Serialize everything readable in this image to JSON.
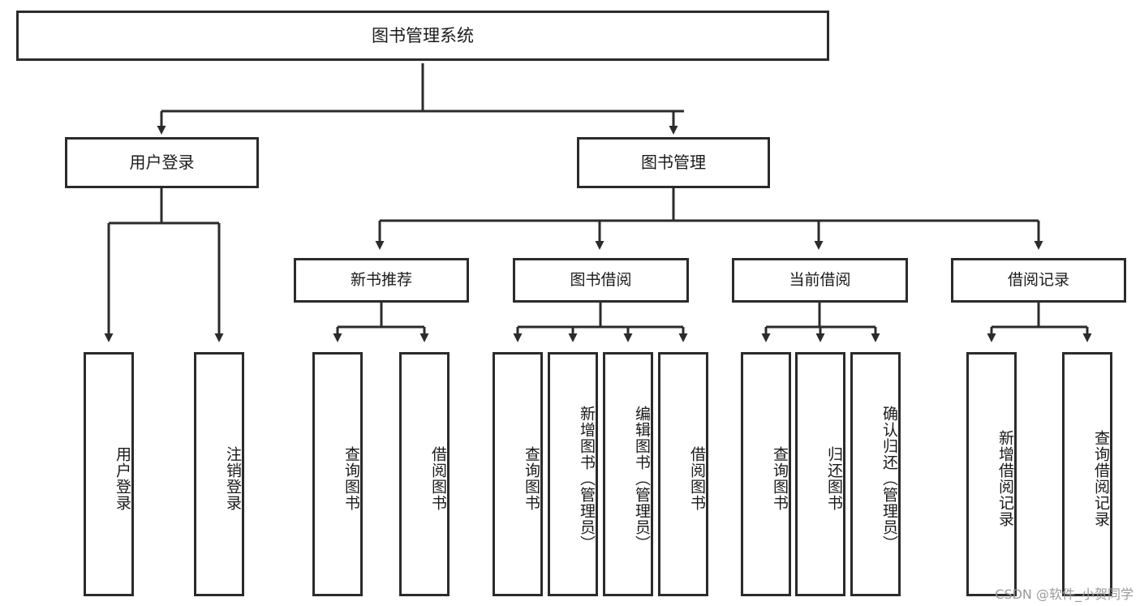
{
  "diagram": {
    "title": "图书管理系统",
    "watermark": "CSDN @软件_小贺同学",
    "root": {
      "label": "图书管理系统"
    },
    "level2": [
      {
        "label": "用户登录"
      },
      {
        "label": "图书管理"
      }
    ],
    "level3": [
      {
        "label": "新书推荐"
      },
      {
        "label": "图书借阅"
      },
      {
        "label": "当前借阅"
      },
      {
        "label": "借阅记录"
      }
    ],
    "leaves": {
      "user_login": [
        {
          "label": "用户登录"
        },
        {
          "label": "注销登录"
        }
      ],
      "new_book": [
        {
          "label": "查询图书"
        },
        {
          "label": "借阅图书"
        }
      ],
      "book_borrow": [
        {
          "label": "查询图书"
        },
        {
          "label": "新增图书（管理员）"
        },
        {
          "label": "编辑图书（管理员）"
        },
        {
          "label": "借阅图书"
        }
      ],
      "current_borrow": [
        {
          "label": "查询图书"
        },
        {
          "label": "归还图书"
        },
        {
          "label": "确认归还（管理员）"
        }
      ],
      "borrow_record": [
        {
          "label": "新增借阅记录"
        },
        {
          "label": "查询借阅记录"
        }
      ]
    },
    "colors": {
      "stroke": "#2b2b2b",
      "background": "#ffffff",
      "text": "#1a1a1a",
      "watermark": "#9a9a9a"
    }
  }
}
